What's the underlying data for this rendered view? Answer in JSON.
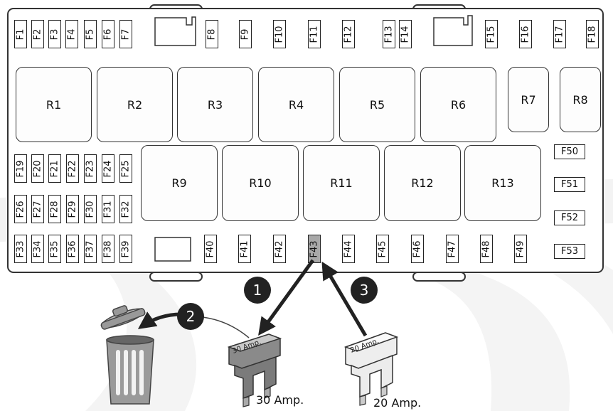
{
  "fuses": {
    "top": [
      "F1",
      "F2",
      "F3",
      "F4",
      "F5",
      "F6",
      "F7",
      "F8",
      "F9",
      "F10",
      "F11",
      "F12",
      "F13",
      "F14",
      "F15",
      "F16",
      "F17",
      "F18"
    ],
    "left_row1": [
      "F19",
      "F20",
      "F21",
      "F22",
      "F23",
      "F24",
      "F25"
    ],
    "left_row2": [
      "F26",
      "F27",
      "F28",
      "F29",
      "F30",
      "F31",
      "F32"
    ],
    "bottom": [
      "F33",
      "F34",
      "F35",
      "F36",
      "F37",
      "F38",
      "F39",
      "F40",
      "F41",
      "F42",
      "F43",
      "F44",
      "F45",
      "F46",
      "F47",
      "F48",
      "F49"
    ],
    "right": [
      "F50",
      "F51",
      "F52",
      "F53"
    ],
    "highlighted": "F43"
  },
  "relays": {
    "row1": [
      "R1",
      "R2",
      "R3",
      "R4",
      "R5",
      "R6",
      "R7",
      "R8"
    ],
    "row2": [
      "R9",
      "R10",
      "R11",
      "R12",
      "R13"
    ]
  },
  "steps": [
    "1",
    "2",
    "3"
  ],
  "old_fuse": {
    "tag": "30 Amp.",
    "label": "30 Amp."
  },
  "new_fuse": {
    "tag": "20 Amp.",
    "label": "20 Amp."
  },
  "colors": {
    "highlight": "#a8a8a8",
    "step_badge": "#222222",
    "arrow": "#222222",
    "watermark": "#f2f2f2"
  }
}
